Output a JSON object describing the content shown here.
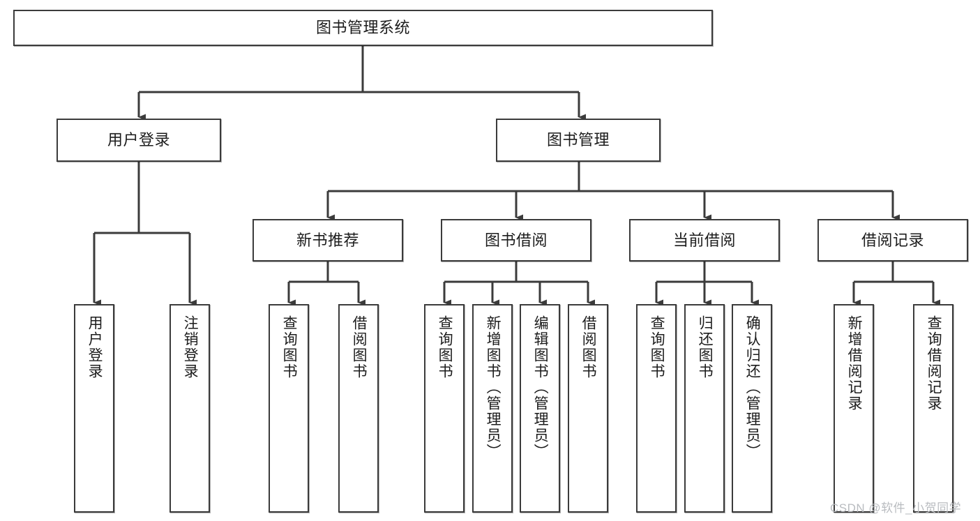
{
  "diagram": {
    "type": "tree-hierarchy",
    "title": "图书管理系统",
    "watermark": "CSDN @软件_小贺同学",
    "style": {
      "box_fill": "#ffffff",
      "box_stroke": "#3b3b3b",
      "connector_stroke": "#3b3b3b",
      "text_color": "#1c1c1c",
      "background": "#ffffff",
      "watermark_color": "#b9bcc0"
    },
    "root": {
      "label": "图书管理系统"
    },
    "level1": [
      {
        "id": "user-login",
        "label": "用户登录"
      },
      {
        "id": "book-management",
        "label": "图书管理"
      }
    ],
    "level2": [
      {
        "id": "new-book-recommend",
        "label": "新书推荐",
        "parent": "book-management"
      },
      {
        "id": "book-borrow",
        "label": "图书借阅",
        "parent": "book-management"
      },
      {
        "id": "current-borrow",
        "label": "当前借阅",
        "parent": "book-management"
      },
      {
        "id": "borrow-record",
        "label": "借阅记录",
        "parent": "book-management"
      }
    ],
    "leaves": [
      {
        "id": "leaf-user-login",
        "label": "用户登录",
        "parent": "user-login"
      },
      {
        "id": "leaf-logout",
        "label": "注销登录",
        "parent": "user-login"
      },
      {
        "id": "leaf-query-book-1",
        "label": "查询图书",
        "parent": "new-book-recommend"
      },
      {
        "id": "leaf-borrow-book-1",
        "label": "借阅图书",
        "parent": "new-book-recommend"
      },
      {
        "id": "leaf-query-book-2",
        "label": "查询图书",
        "parent": "book-borrow"
      },
      {
        "id": "leaf-add-book",
        "label": "新增图书（管理员）",
        "parent": "book-borrow"
      },
      {
        "id": "leaf-edit-book",
        "label": "编辑图书（管理员）",
        "parent": "book-borrow"
      },
      {
        "id": "leaf-borrow-book-2",
        "label": "借阅图书",
        "parent": "book-borrow"
      },
      {
        "id": "leaf-query-book-3",
        "label": "查询图书",
        "parent": "current-borrow"
      },
      {
        "id": "leaf-return-book",
        "label": "归还图书",
        "parent": "current-borrow"
      },
      {
        "id": "leaf-confirm-return",
        "label": "确认归还（管理员）",
        "parent": "current-borrow"
      },
      {
        "id": "leaf-add-record",
        "label": "新增借阅记录",
        "parent": "borrow-record"
      },
      {
        "id": "leaf-query-record",
        "label": "查询借阅记录",
        "parent": "borrow-record"
      }
    ]
  }
}
